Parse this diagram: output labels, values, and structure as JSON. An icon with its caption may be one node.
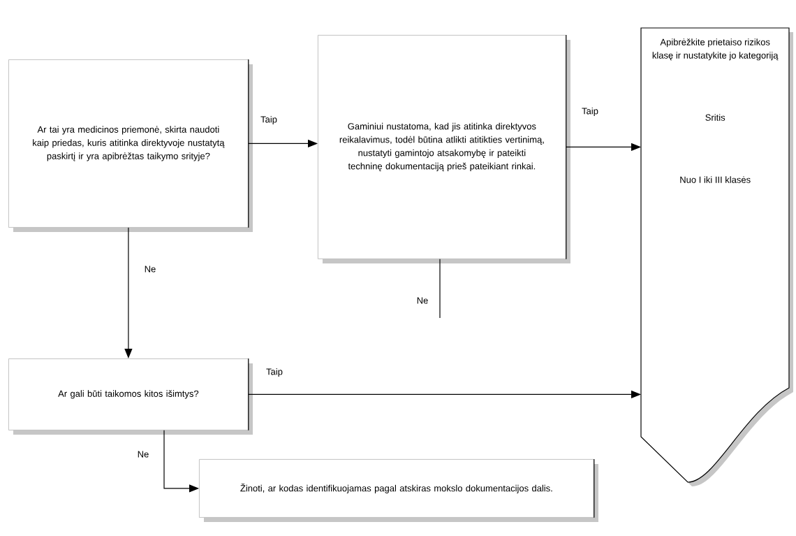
{
  "diagram": {
    "nodes": [
      {
        "text": [
          "Ar tai yra medicinos priemonė, skirta naudoti kaip priedas, kuris atitinka direktyvoje nustatytą paskirtį ir yra apibrėžtas taikymo srityje?"
        ]
      },
      {
        "text": [
          "Gaminiui nustatoma, kad jis atitinka direktyvos reikalavimus, todėl būtina atlikti atitikties vertinimą, nustatyti gamintojo atsakomybę ir pateikti techninę dokumentaciją prieš pateikiant rinkai."
        ]
      },
      {
        "text": [
          "Apibrėžkite prietaiso rizikos klasę ir nustatykite jo kategoriją",
          "Sritis",
          "Nuo I iki III klasės"
        ]
      },
      {
        "text": [
          "Ar gali būti taikomos kitos išimtys?"
        ]
      },
      {
        "text": [
          "Žinoti, ar kodas identifikuojamas pagal atskiras mokslo dokumentacijos dalis."
        ]
      }
    ],
    "edges": [
      {
        "from": 0,
        "to": 1,
        "arrow": "to",
        "label": "Taip"
      },
      {
        "from": 0,
        "to": 3,
        "arrow": "to",
        "label": "Ne"
      },
      {
        "from": 1,
        "to": 2,
        "arrow": "to",
        "label": "Taip"
      },
      {
        "from": 1,
        "to": null,
        "arrow": "none",
        "label": "Ne"
      },
      {
        "from": 3,
        "to": 2,
        "arrow": "to",
        "label": "Taip"
      },
      {
        "from": 3,
        "to": 4,
        "arrow": "to",
        "label": "Ne"
      }
    ]
  }
}
